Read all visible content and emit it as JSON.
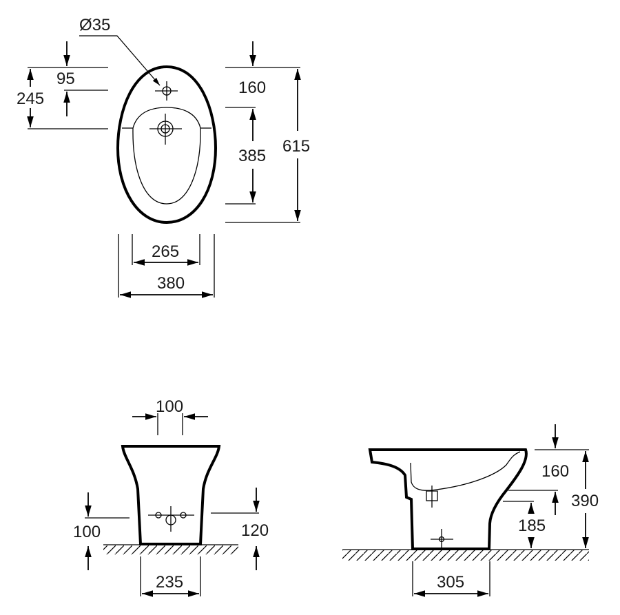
{
  "top_view": {
    "diameter": "Ø35",
    "tap_offset": "95",
    "drain_offset": "245",
    "front_to_bowl": "160",
    "bowl_length": "385",
    "total_length": "615",
    "bowl_width": "265",
    "total_width": "380"
  },
  "front_view": {
    "fixing_spacing": "100",
    "left_height": "100",
    "right_height": "120",
    "base_width": "235"
  },
  "side_view": {
    "top_to_outlet": "160",
    "total_height": "390",
    "outlet_height": "185",
    "base_depth": "305"
  }
}
